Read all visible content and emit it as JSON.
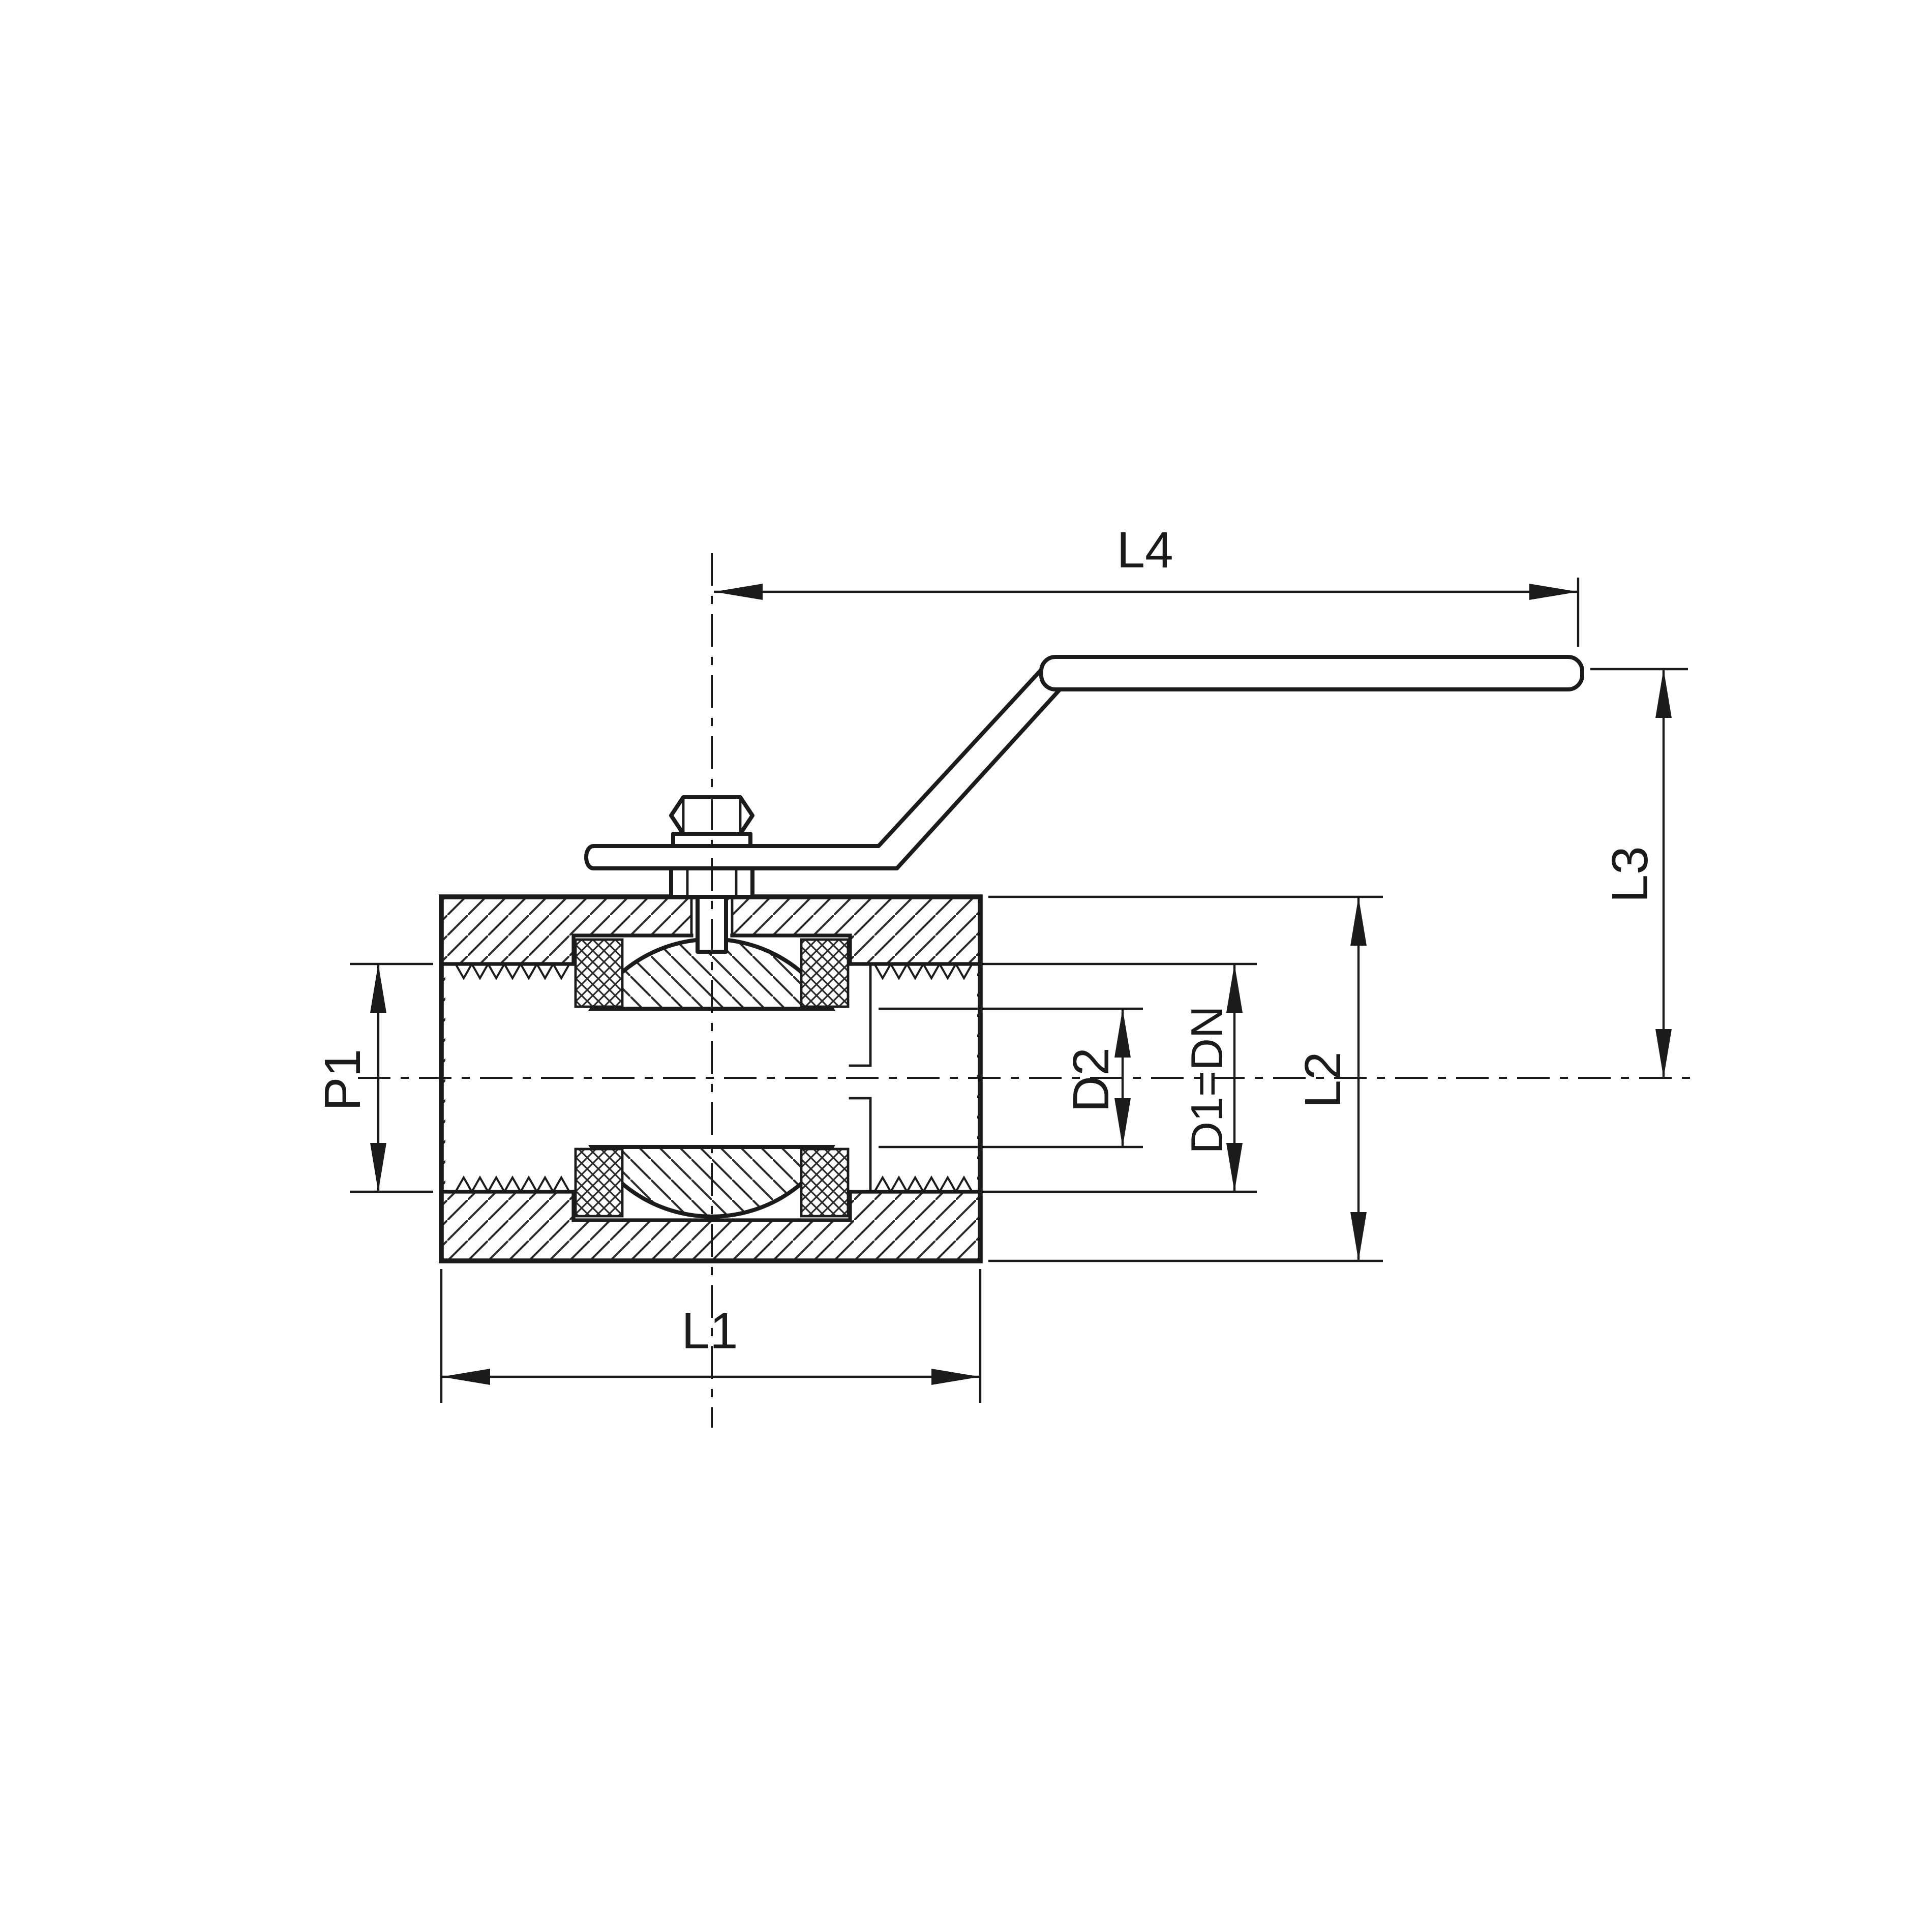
{
  "labels": {
    "l4": "L4",
    "l3": "L3",
    "l2": "L2",
    "l1": "L1",
    "p1": "P1",
    "d2": "D2",
    "d1_dn": "D1=DN"
  },
  "colors": {
    "ink": "#1b1b1b",
    "background": "#ffffff"
  }
}
